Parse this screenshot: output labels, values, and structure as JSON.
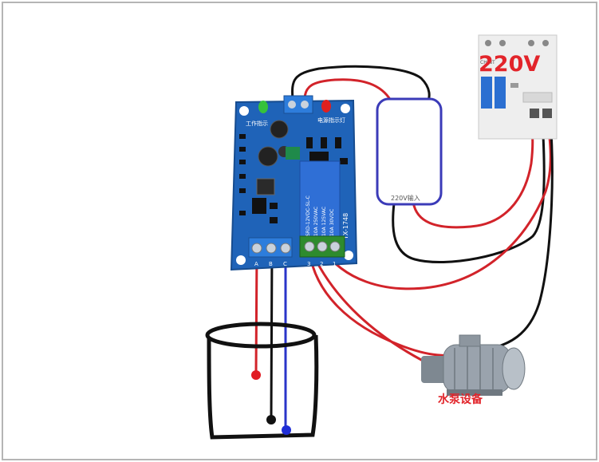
{
  "diagram": {
    "breaker_voltage": "220V",
    "breaker_brand": "CHINT",
    "adapter_label": "220V输入",
    "pump_label": "水泵设备",
    "board_model": "YX-1748",
    "terminal_left_labels": [
      "A",
      "B",
      "C"
    ],
    "terminal_right_labels": [
      "3",
      "2",
      "1"
    ],
    "relay_text": [
      "SRD-12VDC-SL-C",
      "10A 250VAC",
      "10A 125VAC",
      "10A 30VDC"
    ],
    "board_silk": [
      "工作指示",
      "电源指示灯"
    ]
  },
  "colors": {
    "wire_red": "#d2232a",
    "wire_black": "#111111",
    "wire_blue": "#2a35c9",
    "board_blue": "#1f63b8",
    "relay_blue": "#2f6fd6",
    "terminal_green": "#2e8b2e",
    "adapter_border": "#3b3bb8",
    "breaker_blue": "#2b6fd1",
    "motor_gray": "#9aa3ad"
  }
}
